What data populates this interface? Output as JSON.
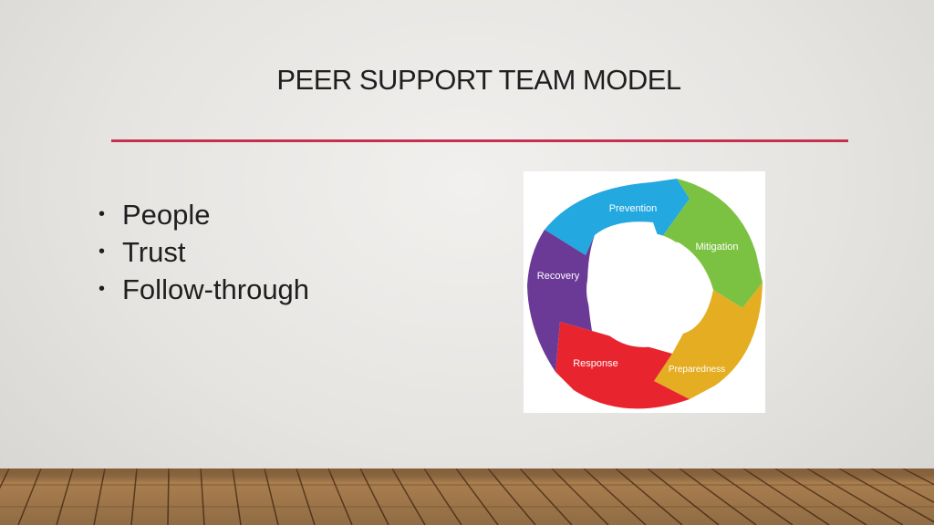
{
  "slide": {
    "title": "PEER SUPPORT TEAM MODEL",
    "accent_color": "#c6304f",
    "bullets": [
      "People",
      "Trust",
      "Follow-through"
    ]
  },
  "cycle_diagram": {
    "stages": [
      {
        "label": "Prevention",
        "color": "#23a8e0"
      },
      {
        "label": "Mitigation",
        "color": "#7cc242"
      },
      {
        "label": "Preparedness",
        "color": "#e4ad22"
      },
      {
        "label": "Response",
        "color": "#e8252e"
      },
      {
        "label": "Recovery",
        "color": "#6b3a96"
      }
    ]
  }
}
